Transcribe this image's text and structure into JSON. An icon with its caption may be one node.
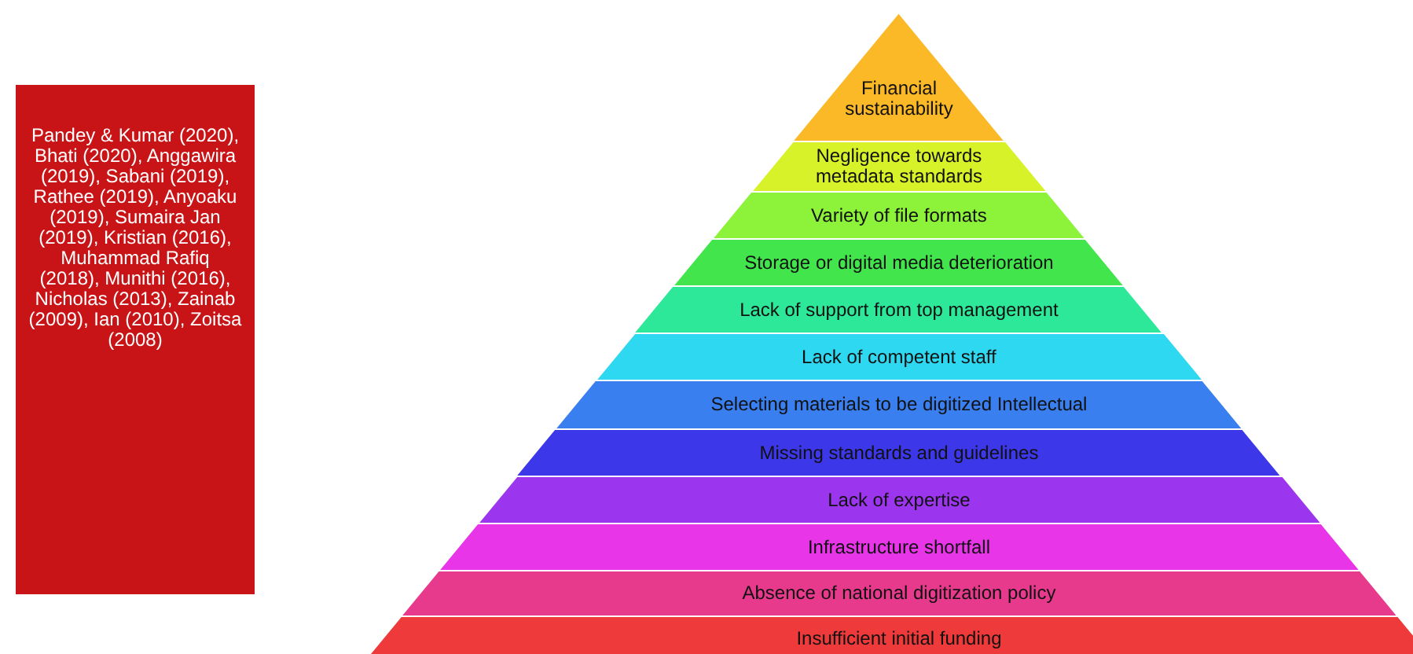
{
  "diagram": {
    "nodes": [
      {
        "text": [
          "Pandey & Kumar (2020), Bhati (2020), Anggawira (2019),  Sabani (2019), Rathee (2019), Anyoaku (2019), Sumaira Jan (2019), Kristian (2016), Muhammad Rafiq (2018), Munithi (2016), Nicholas (2013), Zainab (2009), Ian (2010), Zoitsa (2008)"
        ]
      },
      {
        "text": [
          "Financial sustainability"
        ]
      },
      {
        "text": [
          "Negligence towards metadata standards"
        ]
      },
      {
        "text": [
          "Variety of file formats"
        ]
      },
      {
        "text": [
          "Storage or digital media deterioration"
        ]
      },
      {
        "text": [
          "Lack of support from top management"
        ]
      },
      {
        "text": [
          "Lack of competent staff"
        ]
      },
      {
        "text": [
          "Selecting materials to be digitized Intellectual"
        ]
      },
      {
        "text": [
          "Missing standards and guidelines"
        ]
      },
      {
        "text": [
          "Lack of expertise"
        ]
      },
      {
        "text": [
          "Infrastructure shortfall"
        ]
      },
      {
        "text": [
          "Absence of national digitization policy"
        ]
      },
      {
        "text": [
          "Insufficient initial funding"
        ]
      }
    ],
    "edges": []
  }
}
